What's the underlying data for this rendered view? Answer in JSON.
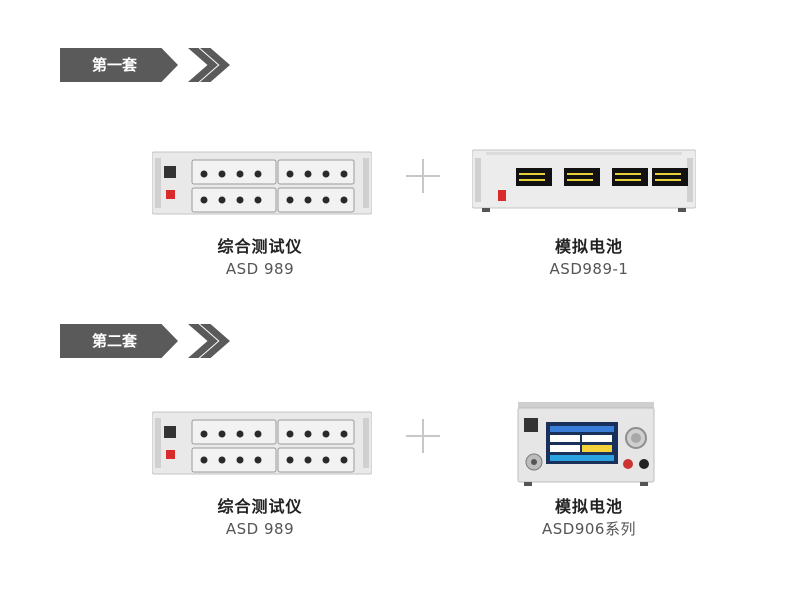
{
  "sets": [
    {
      "label": "第一套",
      "left": {
        "name": "综合测试仪",
        "model": "ASD 989"
      },
      "right": {
        "name": "模拟电池",
        "model": "ASD989-1"
      }
    },
    {
      "label": "第二套",
      "left": {
        "name": "综合测试仪",
        "model": "ASD 989"
      },
      "right": {
        "name": "模拟电池",
        "model": "ASD906系列"
      }
    }
  ],
  "icons": [
    "chevron-right-icon",
    "plus-icon"
  ],
  "colors": {
    "banner": "#5a5a5a",
    "plus": "#c8c8c8",
    "title_text": "#222222",
    "model_text": "#555555"
  }
}
